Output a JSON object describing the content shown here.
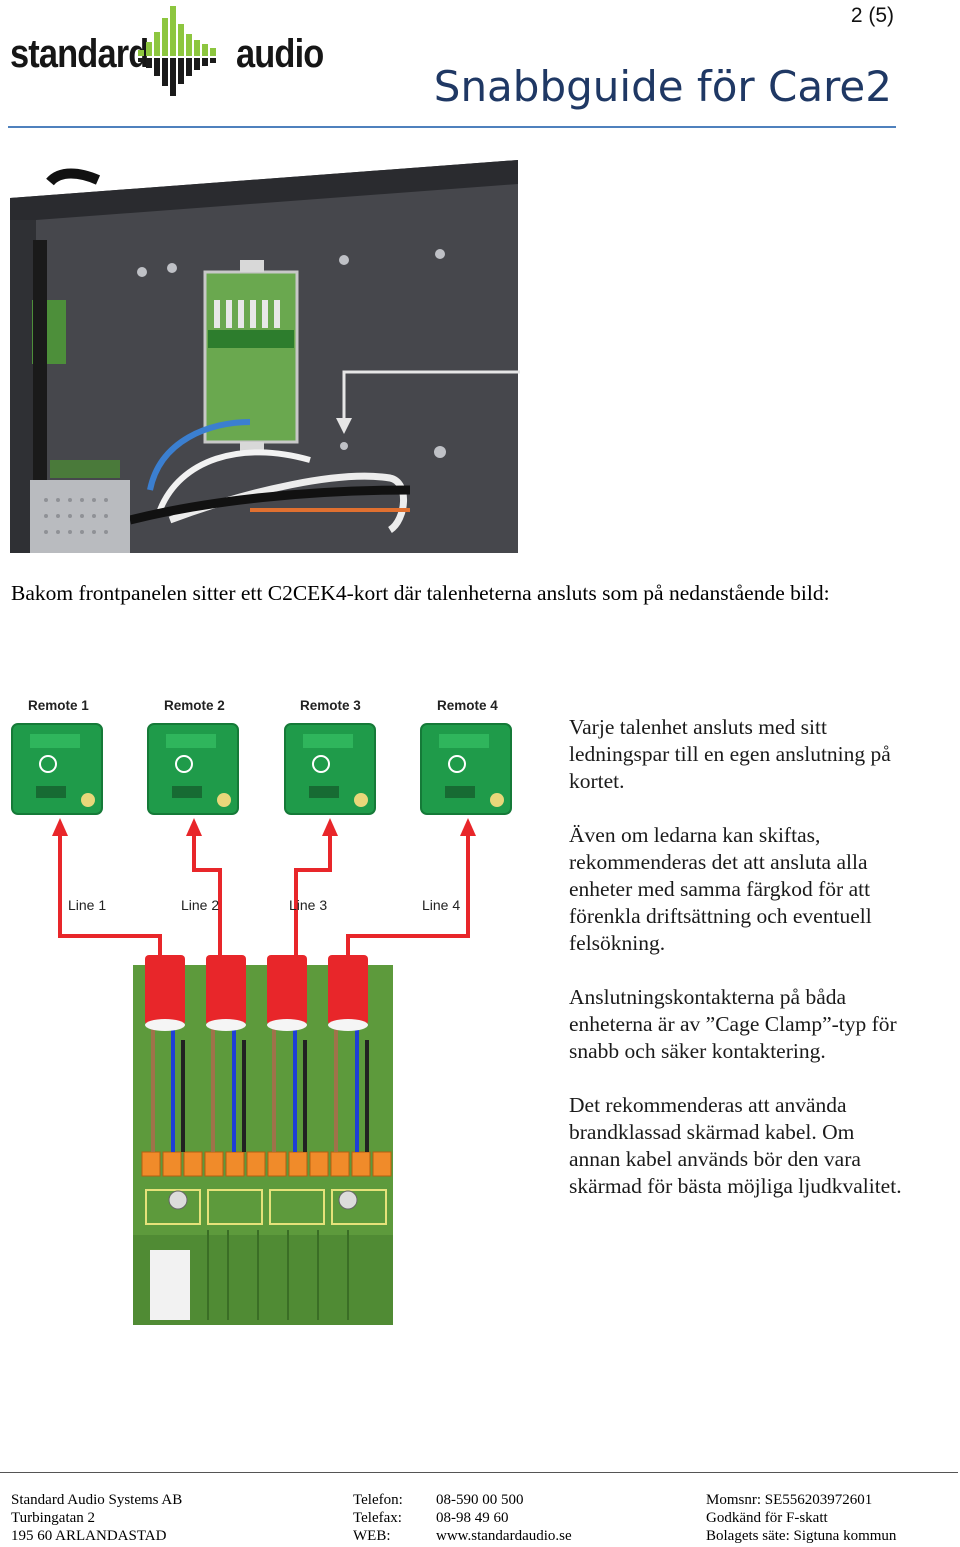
{
  "header": {
    "logo_left": "standard",
    "logo_right": "audio",
    "page_number": "2 (5)",
    "title": "Snabbguide för Care2"
  },
  "intro": "Bakom frontpanelen sitter ett C2CEK4-kort där talenheterna ansluts som på nedanstående bild:",
  "diagram": {
    "remotes": [
      "Remote 1",
      "Remote 2",
      "Remote 3",
      "Remote 4"
    ],
    "lines": [
      "Line 1",
      "Line 2",
      "Line 3",
      "Line 4"
    ],
    "colors": {
      "wire_red": "#e8262a",
      "device_green": "#1f9b4a",
      "pcb_green": "#5d9a3c",
      "wire_blue": "#1e3fd6"
    }
  },
  "side_text": [
    "Varje talenhet ansluts med sitt ledningspar till en egen anslutning på kortet.",
    "Även om ledarna kan skiftas, rekommenderas det att ansluta alla enheter med samma färgkod för att förenkla driftsättning och eventuell felsökning.",
    "Anslutningskontakterna på båda enheterna är av ”Cage Clamp”-typ för snabb och säker kontaktering.",
    "Det rekommenderas att använda brandklassad skärmad kabel. Om annan kabel används bör den vara skärmad för bästa möjliga ljudkvalitet."
  ],
  "footer": {
    "col1": [
      "Standard Audio Systems AB",
      "Turbingatan 2",
      "195 60  ARLANDASTAD"
    ],
    "col2": [
      "Telefon:",
      "Telefax:",
      "WEB:"
    ],
    "col3": [
      "08-590 00 500",
      "08-98 49 60",
      "www.standardaudio.se"
    ],
    "col4": [
      "Momsnr:   SE556203972601",
      "Godkänd för F-skatt",
      "Bolagets säte: Sigtuna kommun"
    ]
  }
}
